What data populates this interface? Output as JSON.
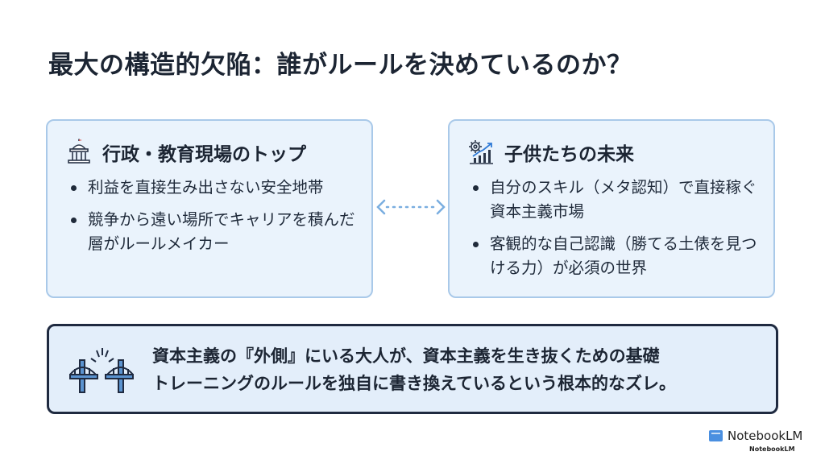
{
  "title": "最大の構造的欠陥：誰がルールを決めているのか？",
  "left_card": {
    "icon": "government-building-icon",
    "heading": "行政・教育現場のトップ",
    "bullets": [
      "利益を直接生み出さない安全地帯",
      "競争から遠い場所でキャリアを積んだ層がルールメイカー"
    ]
  },
  "right_card": {
    "icon": "gear-growth-chart-icon",
    "heading": "子供たちの未来",
    "bullets": [
      "自分のスキル（メタ認知）で直接稼ぐ資本主義市場",
      "客観的な自己認識（勝てる土俵を見つける力）が必須の世界"
    ]
  },
  "connector_icon": "dotted-double-arrow-icon",
  "bottom": {
    "icon": "broken-bridge-icon",
    "line1": "資本主義の『外側』にいる大人が、資本主義を生き抜くための基礎",
    "line2": "トレーニングのルールを独自に書き換えているという根本的なズレ。"
  },
  "branding": {
    "name": "NotebookLM",
    "sub": "NotebookLM",
    "icon": "notebook-icon"
  },
  "colors": {
    "card_bg": "#eaf3fc",
    "card_border": "#a9c9e9",
    "bottom_bg": "#e3eefa",
    "bottom_border": "#1f2a40",
    "accent_blue": "#4a8fe0",
    "text": "#1c2533"
  }
}
